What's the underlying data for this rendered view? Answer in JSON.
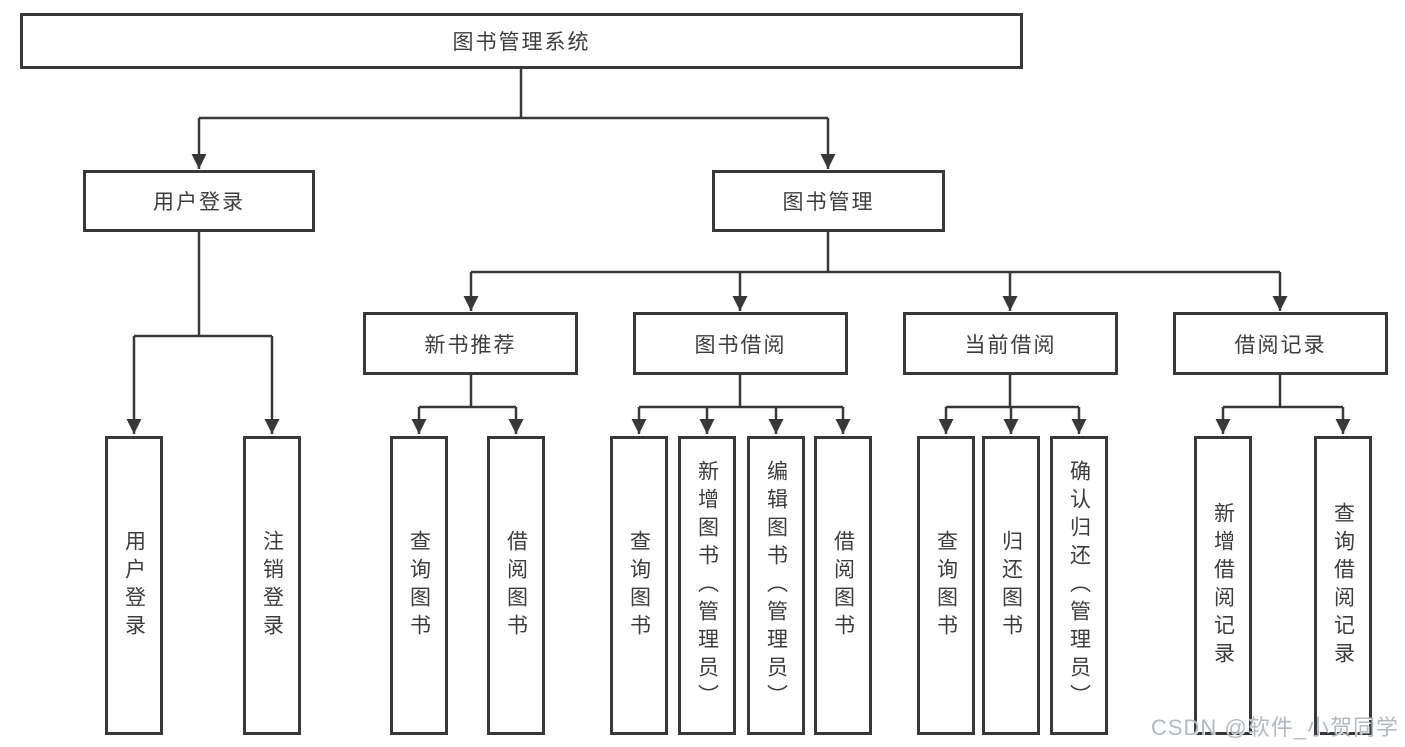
{
  "diagram": {
    "root_label": "图书管理系统",
    "branches": [
      {
        "label": "用户登录",
        "children": [
          "用户登录",
          "注销登录"
        ]
      },
      {
        "label": "图书管理",
        "children": [
          {
            "label": "新书推荐",
            "children": [
              "查询图书",
              "借阅图书"
            ]
          },
          {
            "label": "图书借阅",
            "children": [
              "查询图书",
              "新增图书（管理员）",
              "编辑图书（管理员）",
              "借阅图书"
            ]
          },
          {
            "label": "当前借阅",
            "children": [
              "查询图书",
              "归还图书",
              "确认归还（管理员）"
            ]
          },
          {
            "label": "借阅记录",
            "children": [
              "新增借阅记录",
              "查询借阅记录"
            ]
          }
        ]
      }
    ]
  },
  "watermark": {
    "text": "CSDN @软件_小贺同学"
  },
  "colors": {
    "line": "#383838",
    "text": "#3d3d3d",
    "watermark": "#b3b9c0",
    "background": "#ffffff"
  }
}
